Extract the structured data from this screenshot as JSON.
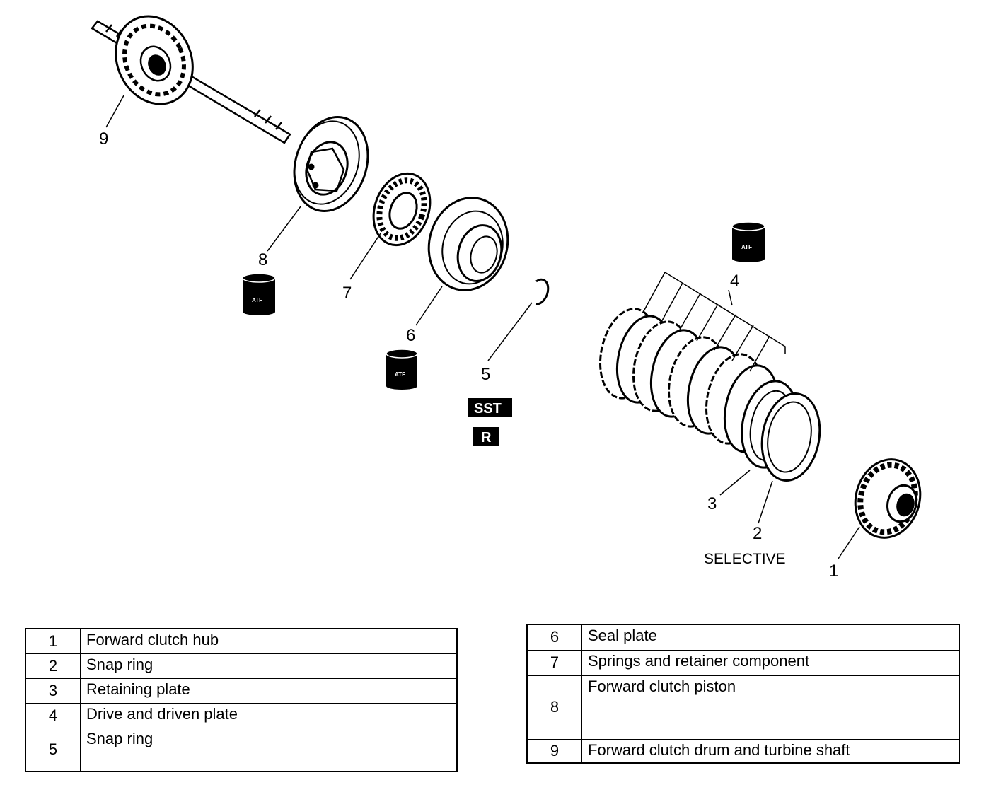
{
  "callouts": {
    "c1": "1",
    "c2": "2",
    "c3": "3",
    "c4": "4",
    "c5": "5",
    "c6": "6",
    "c7": "7",
    "c8": "8",
    "c9": "9"
  },
  "badges": {
    "sst": "SST",
    "r": "R"
  },
  "atf_label": "ATF",
  "selective_note": "SELECTIVE",
  "legend_left": [
    {
      "num": "1",
      "desc": "Forward clutch hub"
    },
    {
      "num": "2",
      "desc": "Snap ring"
    },
    {
      "num": "3",
      "desc": "Retaining plate"
    },
    {
      "num": "4",
      "desc": "Drive and driven plate"
    },
    {
      "num": "5",
      "desc": "Snap ring"
    }
  ],
  "legend_right": [
    {
      "num": "6",
      "desc": "Seal plate"
    },
    {
      "num": "7",
      "desc": "Springs and retainer component"
    },
    {
      "num": "8",
      "desc": "Forward clutch piston"
    },
    {
      "num": "9",
      "desc": "Forward clutch drum and turbine shaft"
    }
  ]
}
